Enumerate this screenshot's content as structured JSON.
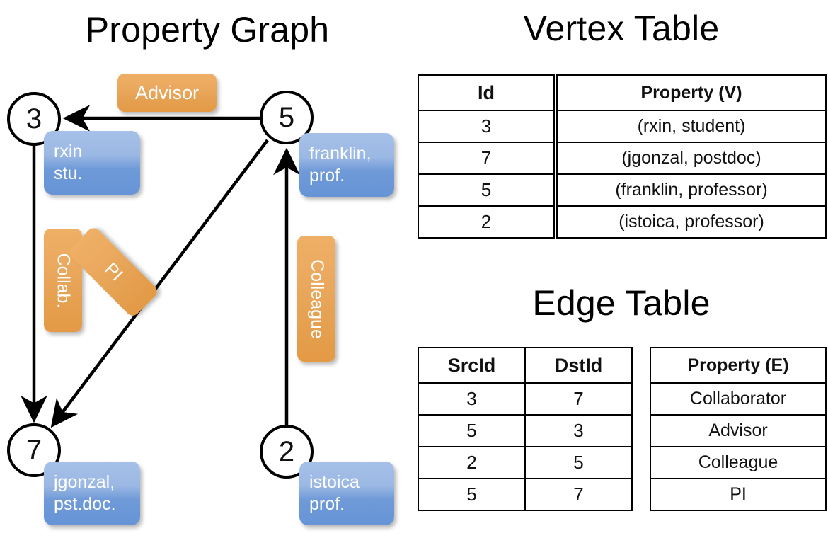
{
  "titles": {
    "property_graph": "Property Graph",
    "vertex_table": "Vertex Table",
    "edge_table": "Edge Table"
  },
  "colors": {
    "vertex_property_fill": "#c8d7ef",
    "edge_property_fill": "#f5ddc3",
    "node_callout_blue": "#6f9ad8",
    "edge_label_orange": "#e8a559",
    "stroke": "#000000",
    "background": "#ffffff"
  },
  "graph": {
    "nodes": [
      {
        "id": "3",
        "label": "3",
        "callout": {
          "line1": "rxin",
          "line2": "stu."
        }
      },
      {
        "id": "5",
        "label": "5",
        "callout": {
          "line1": "franklin,",
          "line2": "prof."
        }
      },
      {
        "id": "7",
        "label": "7",
        "callout": {
          "line1": "jgonzal,",
          "line2": "pst.doc."
        }
      },
      {
        "id": "2",
        "label": "2",
        "callout": {
          "line1": "istoica",
          "line2": "prof."
        }
      }
    ],
    "edge_labels": [
      {
        "name": "advisor",
        "text": "Advisor",
        "orientation": "horizontal"
      },
      {
        "name": "collab",
        "text": "Collab.",
        "orientation": "vertical"
      },
      {
        "name": "pi",
        "text": "PI",
        "orientation": "diagonal"
      },
      {
        "name": "colleague",
        "text": "Colleague",
        "orientation": "vertical"
      }
    ]
  },
  "vertex_table": {
    "headers": {
      "id": "Id",
      "property": "Property (V)"
    },
    "rows": [
      {
        "id": "3",
        "property": "(rxin, student)"
      },
      {
        "id": "7",
        "property": "(jgonzal, postdoc)"
      },
      {
        "id": "5",
        "property": "(franklin, professor)"
      },
      {
        "id": "2",
        "property": "(istoica, professor)"
      }
    ]
  },
  "edge_table": {
    "headers": {
      "src": "SrcId",
      "dst": "DstId",
      "property": "Property (E)"
    },
    "rows": [
      {
        "src": "3",
        "dst": "7",
        "property": "Collaborator"
      },
      {
        "src": "5",
        "dst": "3",
        "property": "Advisor"
      },
      {
        "src": "2",
        "dst": "5",
        "property": "Colleague"
      },
      {
        "src": "5",
        "dst": "7",
        "property": "PI"
      }
    ]
  }
}
